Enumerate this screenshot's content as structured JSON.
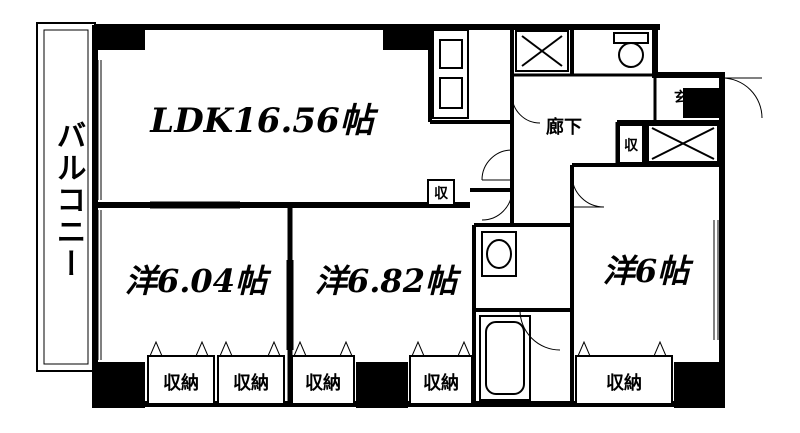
{
  "floor_plan": {
    "rooms": {
      "ldk": "LDK16.56帖",
      "western_1": "洋6.04帖",
      "western_2": "洋6.82帖",
      "western_3": "洋6帖",
      "corridor": "廊下",
      "entrance": "玄関",
      "balcony": "バルコニー"
    },
    "storage": {
      "closet_label": "収納",
      "small_label": "収"
    }
  }
}
